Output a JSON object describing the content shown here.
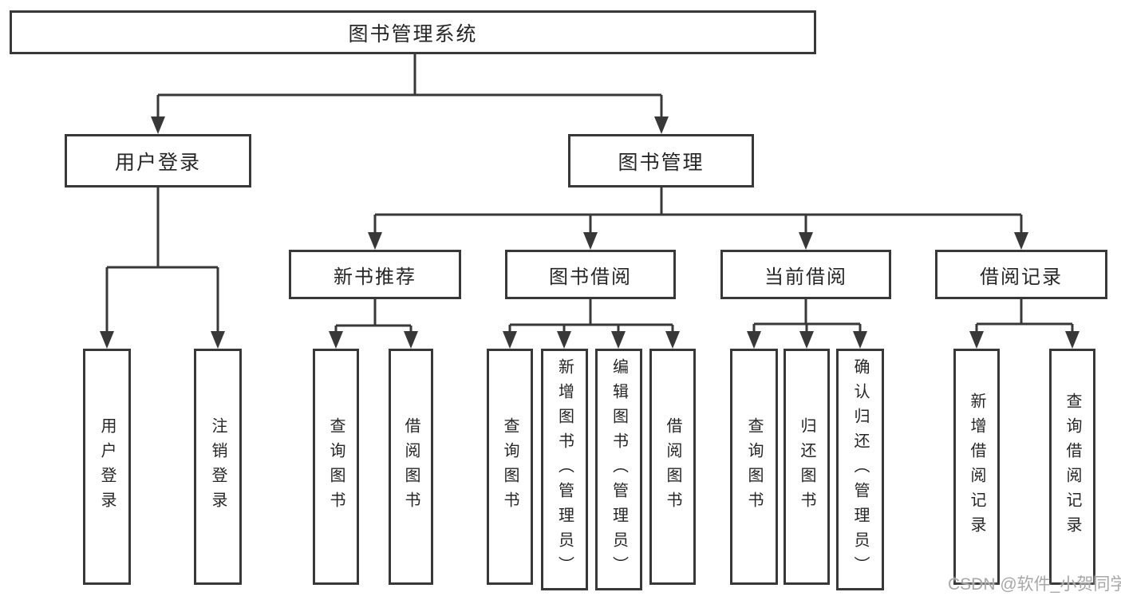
{
  "diagram": {
    "root": "图书管理系统",
    "branches": {
      "user_login": {
        "label": "用户登录",
        "children": {
          "login": "用户登录",
          "logout": "注销登录"
        }
      },
      "book_mgmt": {
        "label": "图书管理",
        "children": {
          "new_books": {
            "label": "新书推荐",
            "children": {
              "query": "查询图书",
              "borrow": "借阅图书"
            }
          },
          "book_borrow": {
            "label": "图书借阅",
            "children": {
              "query": "查询图书",
              "add_admin": "新增图书（管理员）",
              "edit_admin": "编辑图书（管理员）",
              "borrow": "借阅图书"
            }
          },
          "current_borrow": {
            "label": "当前借阅",
            "children": {
              "query": "查询图书",
              "return": "归还图书",
              "confirm_admin": "确认归还（管理员）"
            }
          },
          "borrow_records": {
            "label": "借阅记录",
            "children": {
              "add_record": "新增借阅记录",
              "query_record": "查询借阅记录"
            }
          }
        }
      }
    }
  },
  "watermark": {
    "text": "CSDN @软件_小贺同学"
  },
  "colors": {
    "line": "#383838",
    "text": "#262626",
    "background": "#ffffff",
    "watermark": "#a8a8a8"
  }
}
